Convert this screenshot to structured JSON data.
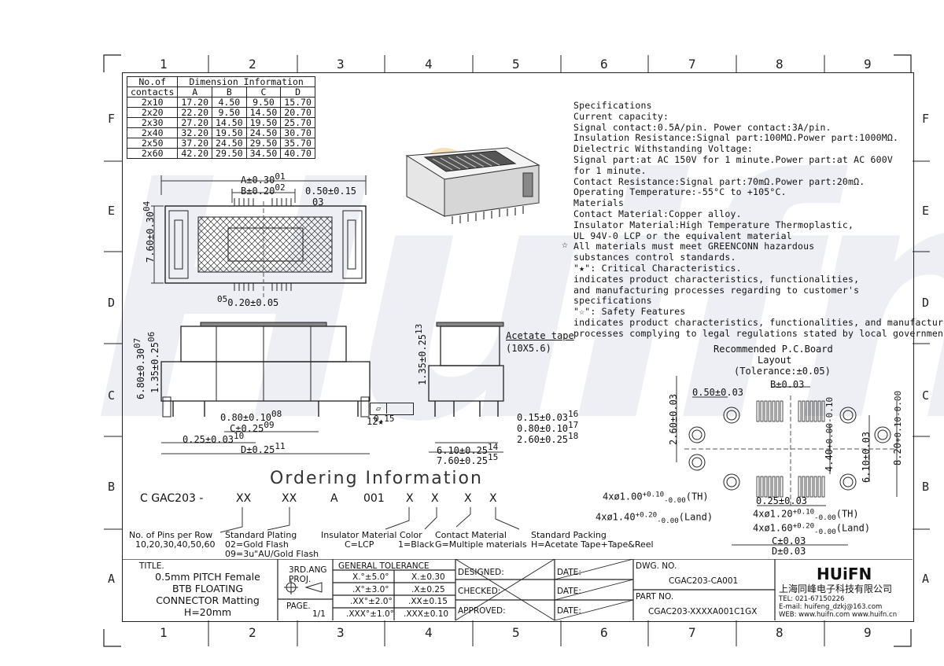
{
  "watermark_text": "Huifn",
  "zones": {
    "numbers": [
      "1",
      "2",
      "3",
      "4",
      "5",
      "6",
      "7",
      "8",
      "9"
    ],
    "letters": [
      "F",
      "E",
      "D",
      "C",
      "B",
      "A"
    ]
  },
  "dimension_table": {
    "header_top": [
      "No.of",
      "Dimension Information"
    ],
    "header_sub": [
      "contacts",
      "A",
      "B",
      "C",
      "D"
    ],
    "rows": [
      [
        "2x10",
        "17.20",
        "4.50",
        "9.50",
        "15.70"
      ],
      [
        "2x20",
        "22.20",
        "9.50",
        "14.50",
        "20.70"
      ],
      [
        "2x30",
        "27.20",
        "14.50",
        "19.50",
        "25.70"
      ],
      [
        "2x40",
        "32.20",
        "19.50",
        "24.50",
        "30.70"
      ],
      [
        "2x50",
        "37.20",
        "24.50",
        "29.50",
        "35.70"
      ],
      [
        "2x60",
        "42.20",
        "29.50",
        "34.50",
        "40.70"
      ]
    ]
  },
  "specifications": [
    "Specifications",
    "Current capacity:",
    "Signal contact:0.5A/pin. Power contact:3A/pin.",
    "Insulation Resistance:Signal part:100MΩ.Power part:1000MΩ.",
    "Dielectric Withstanding Voltage:",
    "Signal part:at AC 150V for 1 minute.Power part:at AC 600V",
    "for 1 minute.",
    "Contact Resistance:Signal part:70mΩ.Power part:20mΩ.",
    "Operating Temperature:-55°C to +105°C.",
    "Materials",
    "Contact Material:Copper alloy.",
    "Insulator Material:High Temperature Thermoplastic,",
    "UL 94V-0 LCP or the equivalent material",
    "All materials must meet GREENCONN hazardous",
    "substances control standards.",
    "\"★\": Critical Characteristics.",
    "indicates product characteristics, functionalities,",
    "and manufacturing processes regarding to customer's",
    "specifications",
    "\"☆\": Safety Features",
    "indicates product characteristics, functionalities, and manufacturing",
    "processes complying to legal regulations stated by local government"
  ],
  "star_symbol": "☆",
  "top_view_dims": {
    "a": "A±0.30",
    "a_ref": "01",
    "b": "B±0.20",
    "b_ref": "02",
    "pitch": "0.50±0.15",
    "pitch_ref": "03",
    "height": "7.60±0.30",
    "height_ref": "04",
    "bottom": "0.20±0.05",
    "bottom_ref": "05"
  },
  "side_view_dims": {
    "h1": "1.35±0.25",
    "h1_ref": "06",
    "h2": "6.80±0.30",
    "h2_ref": "07",
    "d08": "0.80±0.10",
    "d08_ref": "08",
    "c": "C±0.25",
    "c_ref": "09",
    "d10": "0.25±0.03",
    "d10_ref": "10",
    "d": "D±0.25",
    "d_ref": "11",
    "flat": "0.15",
    "flat_ref": "12★"
  },
  "end_view_dims": {
    "h": "1.35±0.25",
    "h_ref": "13",
    "tape": "Acetate tape",
    "tape_size": "(10X5.6)",
    "d16": "0.15±0.03",
    "d16_ref": "16",
    "d17": "0.80±0.10",
    "d17_ref": "17",
    "d18": "2.60±0.25",
    "d18_ref": "18",
    "d14": "6.10±0.25",
    "d14_ref": "14",
    "d15": "7.60±0.25",
    "d15_ref": "15"
  },
  "pcb_layout": {
    "title_1": "Recommended P.C.Board",
    "title_2": "Layout",
    "title_3": "(Tolerance:±0.05)",
    "b": "B±0.03",
    "pitch": "0.50±0.03",
    "h260": "2.60±0.03",
    "h440": "4.40",
    "h440_tol_top": "+0.00",
    "h440_tol_bot": "-0.10",
    "h610": "6.10±0.03",
    "h820": "8.20",
    "h820_tol_top": "+0.10",
    "h820_tol_bot": "-0.00",
    "th1": "4xø1.00",
    "th1_tol_top": "+0.10",
    "th1_tol_bot": "-0.00",
    "th1_suffix": "(TH)",
    "land1": "4xø1.40",
    "land1_tol_top": "+0.20",
    "land1_tol_bot": "-0.00",
    "land1_suffix": "(Land)",
    "w025": "0.25±0.03",
    "th2": "4xø1.20",
    "th2_tol_top": "+0.10",
    "th2_tol_bot": "-0.00",
    "th2_suffix": "(TH)",
    "land2": "4xø1.60",
    "land2_tol_top": "+0.20",
    "land2_tol_bot": "-0.00",
    "land2_suffix": "(Land)",
    "c": "C±0.03",
    "d": "D±0.03"
  },
  "ordering": {
    "title": "Ordering Information",
    "code": [
      "C GAC203 -",
      "XX",
      "XX",
      "A",
      "001",
      "X",
      "X",
      "X",
      "X"
    ],
    "legend": [
      [
        "No. of Pins per Row",
        "10,20,30,40,50,60"
      ],
      [
        "Standard Plating",
        "02=Gold Flash",
        "09=3u\"AU/Gold Flash"
      ],
      [
        "Insulator Material Color",
        "C=LCP"
      ],
      [
        "1=Black"
      ],
      [
        "Contact Material",
        "G=Multiple materials"
      ],
      [
        "Standard Packing",
        "H=Acetate Tape+Tape&Reel"
      ]
    ]
  },
  "title_block": {
    "title_label": "TITLE.",
    "title_lines": [
      "0.5mm PITCH Female",
      "BTB FLOATING",
      "CONNECTOR Matting",
      "H=20mm"
    ],
    "angle_label": "3RD.ANG",
    "proj_label": "PROJ.",
    "page_label": "PAGE.",
    "page_value": "1/1",
    "tolerance_header": "GENERAL TOLERANCE",
    "tolerance": [
      [
        "X.°±5.0°",
        "X.±0.30"
      ],
      [
        ".X°±3.0°",
        ".X±0.25"
      ],
      [
        ".XX°±2.0°",
        ".XX±0.15"
      ],
      [
        ".XXX°±1.0°",
        ".XXX±0.10"
      ]
    ],
    "designed": "DESIGNED:",
    "checked": "CHECKED:",
    "approved": "APPROVED:",
    "date": "DATE:",
    "dwg_label": "DWG. NO.",
    "dwg_value": "CGAC203-CA001",
    "part_label": "PART NO.",
    "part_value": "CGAC203-XXXXA001C1GX",
    "logo": "HUiFN",
    "company": "上海同峰电子科技有限公司",
    "tel": "TEL: 021-67150226",
    "email": "E-mail: huifeng_dzkj@163.com",
    "web": "WEB: www.huifn.com  www.huifn.cn"
  }
}
